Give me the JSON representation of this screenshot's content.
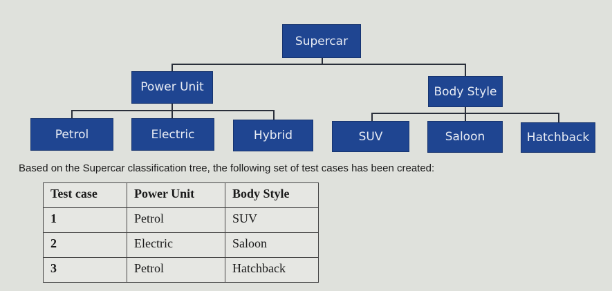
{
  "tree": {
    "root": "Supercar",
    "branches": [
      {
        "label": "Power Unit",
        "children": [
          "Petrol",
          "Electric",
          "Hybrid"
        ]
      },
      {
        "label": "Body Style",
        "children": [
          "SUV",
          "Saloon",
          "Hatchback"
        ]
      }
    ]
  },
  "caption": "Based on the Supercar classification tree, the following set of test cases has been created:",
  "table": {
    "headers": [
      "Test case",
      "Power Unit",
      "Body Style"
    ],
    "rows": [
      [
        "1",
        "Petrol",
        "SUV"
      ],
      [
        "2",
        "Electric",
        "Saloon"
      ],
      [
        "3",
        "Petrol",
        "Hatchback"
      ]
    ]
  },
  "colors": {
    "node": "#1f4591",
    "background": "#dfe1dc"
  }
}
